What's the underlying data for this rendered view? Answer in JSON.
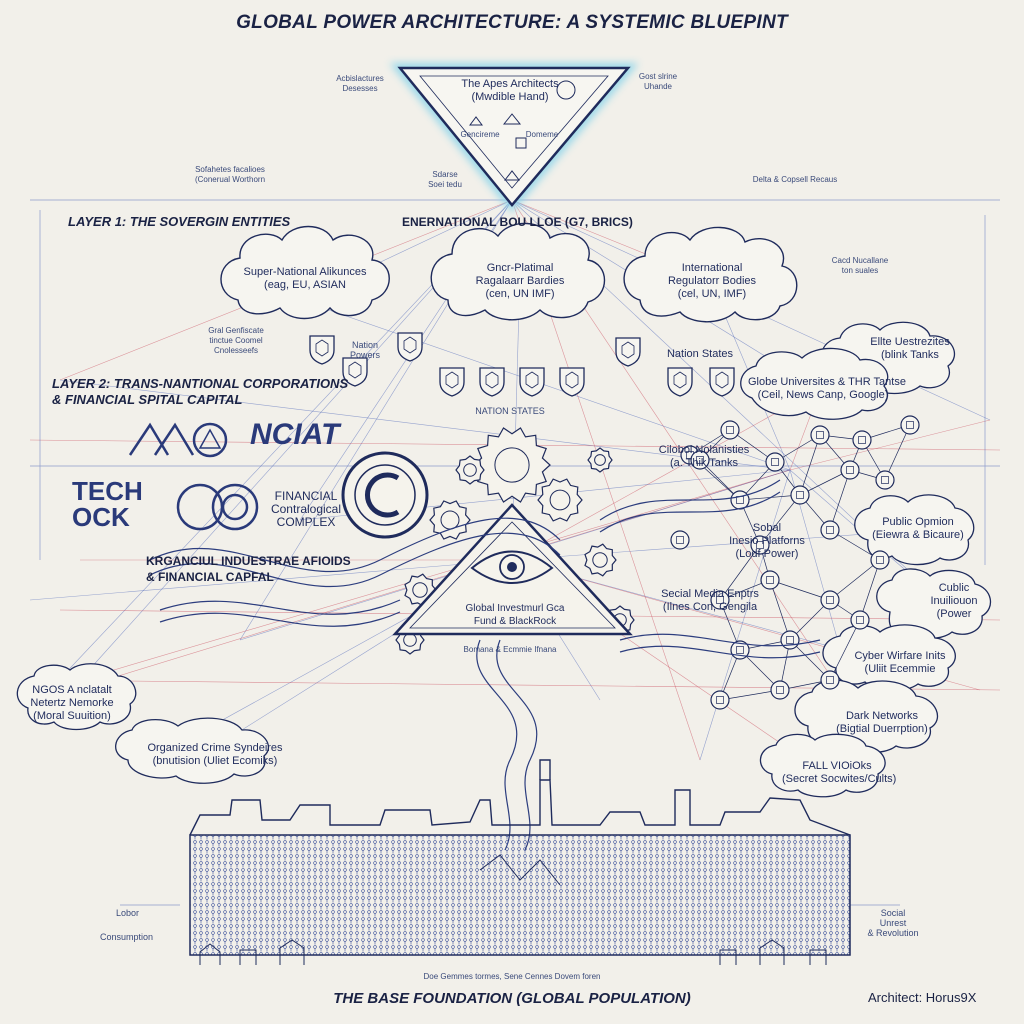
{
  "title": "GLOBAL POWER ARCHITECTURE: A SYSTEMIC BLUEPINT",
  "apex": {
    "line1": "The Apes Architects",
    "line2": "(Mwdible Hand)",
    "sub_left": "Gencireme",
    "sub_right": "Domeme",
    "sub_bottom1": "Sdarse",
    "sub_bottom2": "Soei tedu"
  },
  "layers": {
    "layer1": "LAYER 1: THE SOVERGIN ENTITIES",
    "international_bloc": "ENERNATIONAL BOU LLOE (G7, BRICS)",
    "layer2_line1": "LAYER 2: TRANS-NANTIONAL CORPORATIONS",
    "layer2_line2": "& FINANCIAL SPITAL CAPITAL",
    "industrial_line1": "KRGANCIUL INDUESTRAE AFIOIDS",
    "industrial_line2": "& FINANCIAL CAPFAL"
  },
  "clouds": {
    "supranational_line1": "Super-National Alikunces",
    "supranational_line2": "(eag, EU, ASIAN",
    "global_bodies_line1": "Gncr-Platimal",
    "global_bodies_line2": "Ragalaarr Bardies",
    "global_bodies_line3": "(cen, UN IMF)",
    "intl_regulatory_line1": "International",
    "intl_regulatory_line2": "Regulatorr Bodies",
    "intl_regulatory_line3": "(cel, UN, IMF)",
    "elite_line1": "Ellte Uestrezites",
    "elite_line2": "(blink Tanks",
    "globe_univ_line1": "Globe Universites & THR Tantse",
    "globe_univ_line2": "(Ceil, News Canp, Google)",
    "ngos_line1": "NGOS A nclatalt",
    "ngos_line2": "Netertz Nemorke",
    "ngos_line3": "(Moral Suuition)",
    "crime_line1": "Organized Crime Syndeires",
    "crime_line2": "(bnutision (Uliet Ecomiks)",
    "dark_line1": "Dark Networks",
    "dark_line2": "(Bigtial Duerrption)",
    "cyber_line1": "Cyber Wirfare Inits",
    "cyber_line2": "(Uliit Ecemmie",
    "fall_line1": "FALL VIOiOks",
    "fall_line2": "(Secret Socwites/Cults)",
    "cubic_line1": "Cublic",
    "cubic_line2": "Inuiliouon",
    "cubic_line3": "(Power"
  },
  "nodes": {
    "nation_states_left_1": "Nation",
    "nation_states_left_2": "Powers",
    "nation_states_right": "Nation States",
    "nation_states_center": "NATION STATES",
    "citizens_1": "Cilobol Nolanisties",
    "citizens_2": "(a. Thik Tanks",
    "financial_1": "FINANCIAL",
    "financial_2": "Contralogical",
    "financial_3": "COMPLEX",
    "tech_block_1": "TECH",
    "tech_block_2": "OCK",
    "social_platform_1": "Sobal",
    "social_platform_2": "Inesio Platforns",
    "social_platform_3": "(Lodf Power)",
    "public_opinion_1": "Public Opmion",
    "public_opinion_2": "(Eiewra & Bicaure)",
    "social_media_1": "Secial Media Enptrs",
    "social_media_2": "(Ilnes Con, Gengila",
    "global_fund_1": "Global Investmurl Gca",
    "global_fund_2": "Fund & BlackRock",
    "bureau": "Bomana & Ecmmie Ifnana",
    "acronym": "NCIAT"
  },
  "side_notes": {
    "top_left_1": "Acbislactures",
    "top_left_2": "Desesses",
    "top_right_1": "Gost slrine",
    "top_right_2": "Uhande",
    "delta": "Delta & Copsell Recaus",
    "left_mid_1": "Sofahetes facalioes",
    "left_mid_2": "(Conerual Worthorn",
    "gral_1": "Gral Genfiscate",
    "gral_2": "tinctue Coomel",
    "gral_3": "Cnolesseefs",
    "right_top_1": "Cacd Nucallane",
    "right_top_2": "ton suales",
    "labor": "Lobor",
    "consumption": "Consumption",
    "social_unrest_1": "Social",
    "social_unrest_2": "Unrest",
    "social_unrest_3": "& Revolution",
    "base_caption": "Doe Gemmes tormes, Sene Cennes Dovem foren"
  },
  "footer": {
    "base": "THE BASE FOUNDATION (GLOBAL POPULATION)",
    "architect": "Architect: Horus9X"
  },
  "colors": {
    "ink": "#1f2b5c",
    "line_blue": "#4a63b8",
    "line_red": "#c9495a",
    "paper": "#f2f0ea",
    "glow": "#8fd6ea"
  }
}
